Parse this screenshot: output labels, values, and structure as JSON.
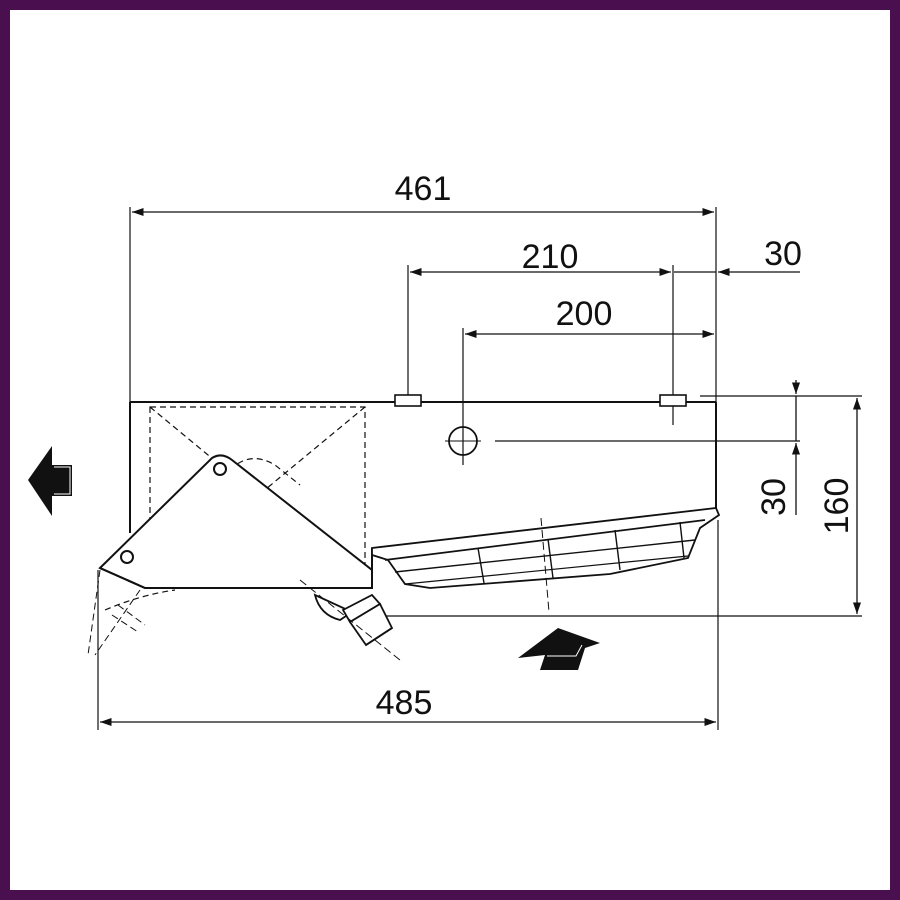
{
  "diagram": {
    "colors": {
      "frame": "#4a0f4e",
      "background": "#ffffff",
      "ink": "#111111"
    },
    "dimensions": {
      "overall_width": "461",
      "pipe_spacing": "210",
      "edge_offset_top": "30",
      "hole_spacing": "200",
      "vertical_offset": "30",
      "height": "160",
      "overall_length": "485"
    },
    "airflow_arrows": [
      "left-outflow-arrow",
      "upward-inflow-arrow"
    ]
  }
}
